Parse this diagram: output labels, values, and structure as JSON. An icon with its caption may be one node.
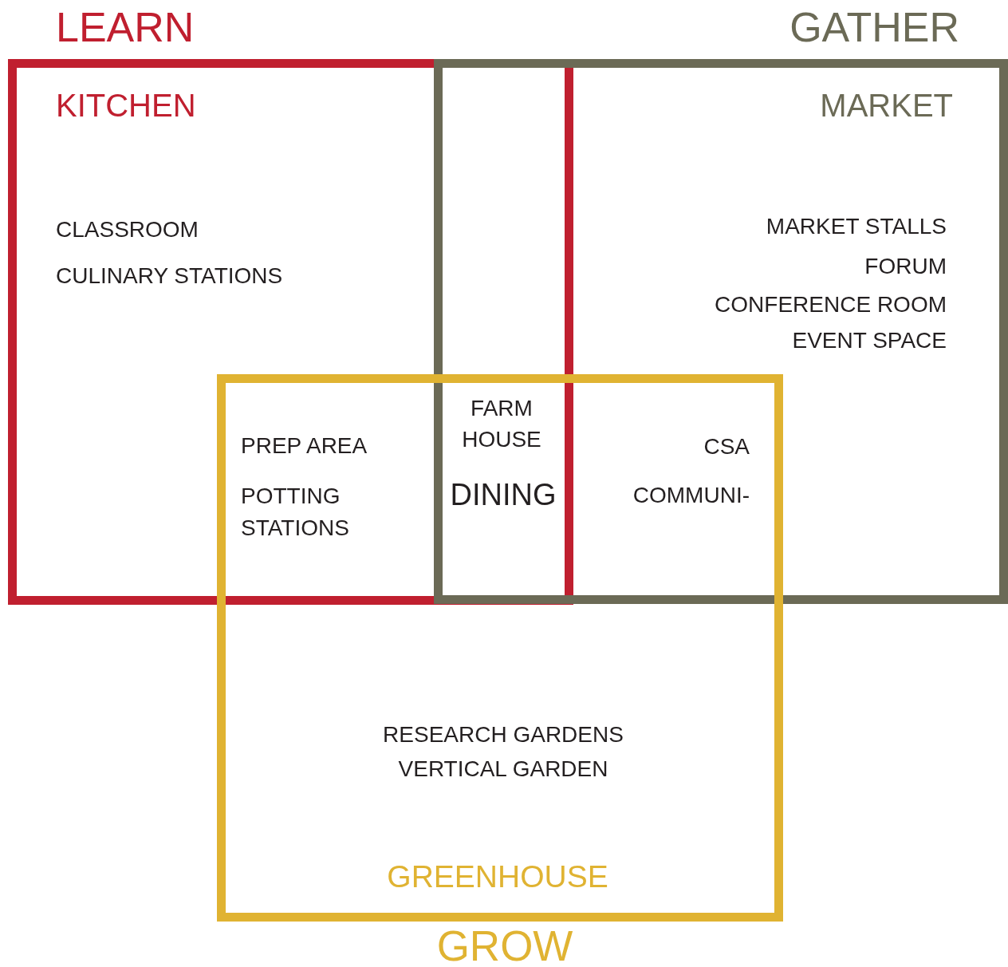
{
  "diagram": {
    "nodes": [
      {
        "text": [
          "LEARN",
          "KITCHEN",
          "CLASSROOM",
          "CULINARY STATIONS"
        ]
      },
      {
        "text": [
          "GATHER",
          "MARKET",
          "MARKET STALLS",
          "FORUM",
          "CONFERENCE ROOM",
          "EVENT SPACE"
        ]
      },
      {
        "text": [
          "RESEARCH GARDENS",
          "VERTICAL GARDEN",
          "GREENHOUSE",
          "GROW"
        ]
      }
    ],
    "labels": [
      "PREP AREA",
      "POTTING STATIONS",
      "FARM HOUSE",
      "DINING",
      "CSA",
      "COMMUNI-"
    ]
  }
}
